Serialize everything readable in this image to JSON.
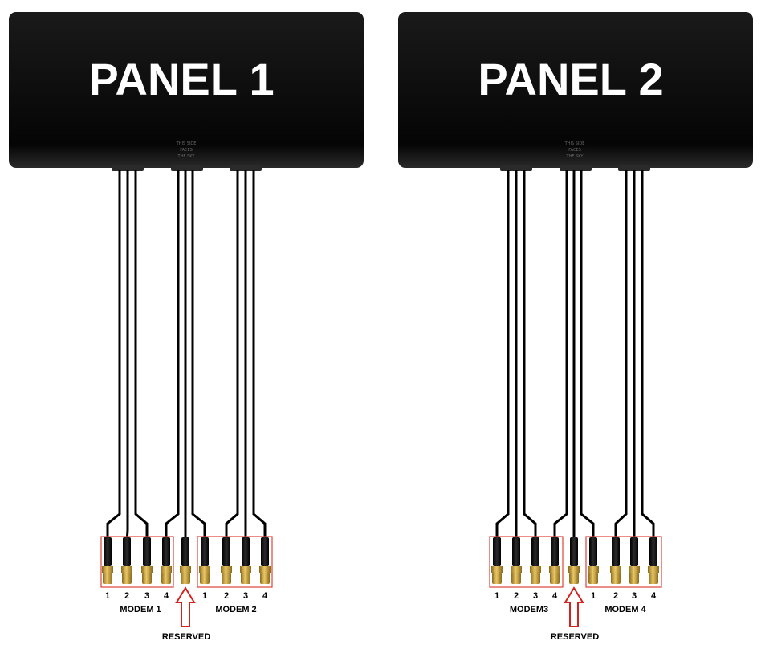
{
  "panels": [
    {
      "title": "PANEL 1",
      "face_note": [
        "THIS SIDE",
        "FACES",
        "THE SKY"
      ],
      "modems": [
        {
          "label": "MODEM 1",
          "ports": [
            "1",
            "2",
            "3",
            "4"
          ]
        },
        {
          "label": "MODEM 2",
          "ports": [
            "1",
            "2",
            "3",
            "4"
          ]
        }
      ],
      "reserved_label": "RESERVED"
    },
    {
      "title": "PANEL 2",
      "face_note": [
        "THIS SIDE",
        "FACES",
        "THE SKY"
      ],
      "modems": [
        {
          "label": "MODEM3",
          "ports": [
            "1",
            "2",
            "3",
            "4"
          ]
        },
        {
          "label": "MODEM 4",
          "ports": [
            "1",
            "2",
            "3",
            "4"
          ]
        }
      ],
      "reserved_label": "RESERVED"
    }
  ],
  "colors": {
    "panel_body": "#0c0c0c",
    "cable": "#000000",
    "highlight_box": "#e0413a",
    "reserved_arrow": "#d4231c",
    "connector_gold": "#c9a23a"
  },
  "icons": [
    "antenna-panel-icon",
    "sma-connector-icon",
    "up-arrow-icon"
  ]
}
